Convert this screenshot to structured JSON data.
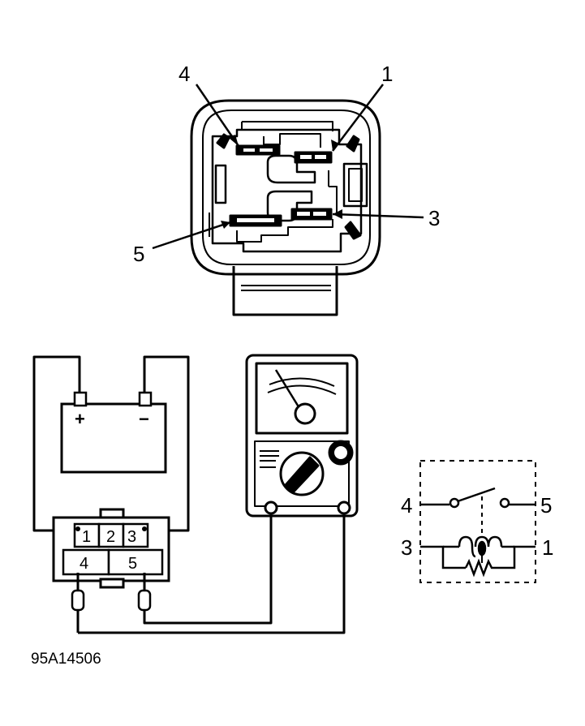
{
  "connector": {
    "callouts": {
      "pin4": "4",
      "pin1": "1",
      "pin3": "3",
      "pin5": "5"
    }
  },
  "battery": {
    "positive": "+",
    "negative": "−"
  },
  "relay_block": {
    "terminals": {
      "t1": "1",
      "t2": "2",
      "t3": "3",
      "t4": "4",
      "t5": "5"
    }
  },
  "schematic": {
    "labels": {
      "left_top": "4",
      "right_top": "5",
      "left_bottom": "3",
      "right_bottom": "1"
    }
  },
  "figure_id": "95A14506",
  "colors": {
    "ink": "#000000",
    "paper": "#ffffff"
  }
}
